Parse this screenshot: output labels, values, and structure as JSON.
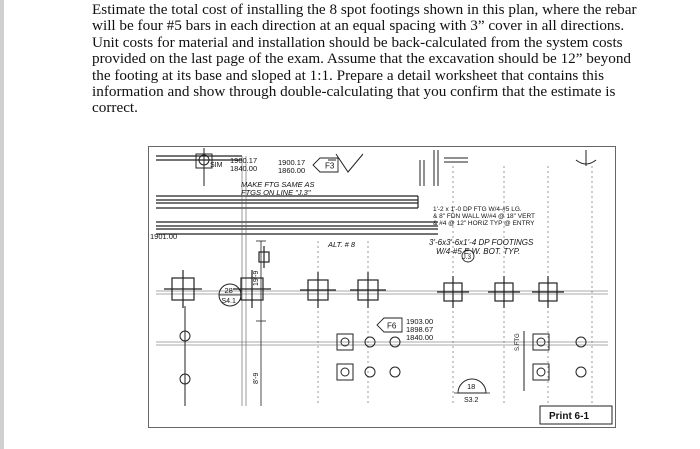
{
  "question": {
    "lines": [
      "Estimate the total cost of installing the 8 spot footings shown in this plan, where the rebar",
      "will be four #5 bars in each direction at an equal spacing with 3” cover in all directions.",
      "Unit costs for material and installation should be back-calculated from the system costs",
      "provided on the last page of the exam. Assume that the excavation should be 12” beyond",
      "the footing at its base and sloped at 1:1. Prepare a detail worksheet that contains this",
      "information and show through double-calculating that you confirm that the estimate is",
      "correct."
    ]
  },
  "plan": {
    "sim": "SIM",
    "elev_a_top": "1900.17",
    "elev_a_bottom": "1840.00",
    "elev_b_top": "1900.17",
    "elev_b_bottom": "1860.00",
    "tag_f3": "F3",
    "note_make_1": "MAKE FTG SAME AS",
    "note_make_2": "FTGS ON LINE \"J.3\"",
    "elev_left": "1901.00",
    "alt": "ALT. # 8",
    "dim_vertical_1": "19'-9",
    "dim_vertical_2": "8'-9",
    "detail_28_num": "28",
    "detail_28_sheet": "S4.1",
    "fdn_note_1": "1'-2 x 1'-0 DP FTG W/4-#5 LG.",
    "fdn_note_2": "& 8\" FDN WALL W/#4 @ 18\" VERT",
    "fdn_note_3": "& #4 @ 12\" HORIZ TYP @ ENTRY",
    "hand_note_1": "3'-6x3'-6x1'-4 DP FOOTINGS",
    "hand_note_2": "W/4-#5 E.W. BOT. TYP.",
    "tag_j3": "J.3",
    "tag_f6": "F6",
    "elev_c_1": "1903.00",
    "elev_c_2": "1898.67",
    "elev_c_3": "1840.00",
    "sfd": "S.FTG",
    "detail_18_num": "18",
    "detail_18_sheet": "S3.2",
    "print_label": "Print 6-1"
  }
}
